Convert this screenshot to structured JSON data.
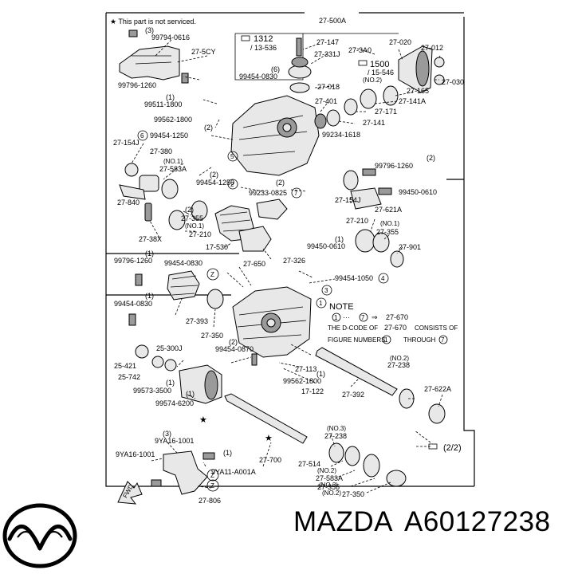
{
  "header_note": "★ This part is not serviced.",
  "note": {
    "title": "NOTE",
    "line1_from": "1",
    "line1_dots": "···",
    "line1_to": "7",
    "line1_arrow": "⇒",
    "line1_part": "27-670",
    "line2_a": "THE D-CODE OF",
    "line2_b": "27-670",
    "line2_c": "CONSISTS OF",
    "line3_a": "FIGURE NUMBERS",
    "line3_b": "1",
    "line3_c": "THROUGH",
    "line3_d": "7"
  },
  "ref_boxes": {
    "r1312_a": "1312",
    "r1312_b": "/ 13-536",
    "r1500_a": "1500",
    "r1500_b": "/ 15-546",
    "r2_2": "(2/2)"
  },
  "labels": {
    "l_3_top": "(3)",
    "l_99794": "99794-0616",
    "l_275cy": "27-5CY",
    "l_99796_top": "99796-1260",
    "l_27500a": "27-500A",
    "l_27147": "27-147",
    "l_273a0": "27-3A0",
    "l_27331j": "27-331J",
    "l_27020": "27-020",
    "l_27012": "27-012",
    "l_27030": "27-030",
    "l_27165": "27-165",
    "l_27141a": "27-141A",
    "l_27171": "27-171",
    "l_27141": "27-141",
    "l_27018": "27-018",
    "l_6": "(6)",
    "l_99454_0830_top": "99454-0830",
    "l_27401": "27-401",
    "l_no2_top": "(NO.2)",
    "l_1_a": "(1)",
    "l_99511": "99511-1800",
    "l_99562_top": "99562-1800",
    "l_2_a": "(2)",
    "l_99454_1250_a": "99454-1250",
    "l_99234": "99234-1618",
    "l_27154j_l": "27-154J",
    "l_27380": "27-380",
    "l_no1_a": "(NO.1)",
    "l_27583a_l": "27-583A",
    "l_2_b": "(2)",
    "l_99454_1250_b": "99454-1250",
    "l_99233": "99233-0825",
    "l_2_c": "(2)",
    "l_99796_r": "99796-1260",
    "l_27840": "27-840",
    "l_27154j_r": "27-154J",
    "l_99450_0610_a": "99450-0610",
    "l_27621a": "27-621A",
    "l_2_d": "(2)",
    "l_27355_l": "27-355",
    "l_no1_b": "(NO.1)",
    "l_27210_l": "27-210",
    "l_27210_r": "27-210",
    "l_no1_c": "(NO.1)",
    "l_27355_r": "27-355",
    "l_2738x": "27-38X",
    "l_17530": "17-530",
    "l_1_b": "(1)",
    "l_99450_0610_b": "99450-0610",
    "l_27901": "27-901",
    "l_1_c": "(1)",
    "l_99796_mid": "99796-1260",
    "l_99454_0830_mid": "99454-0830",
    "l_27650": "27-650",
    "l_27326": "27-326",
    "l_99454_1050": "99454-1050",
    "l_1_d": "(1)",
    "l_99454_0830_low": "99454-0830",
    "l_27393": "27-393",
    "l_27350_m": "27-350",
    "l_2_e": "(2)",
    "l_99454_0870": "99454-0870",
    "l_25300j": "25-300J",
    "l_25421": "25-421",
    "l_25742": "25-742",
    "l_1_e": "(1)",
    "l_99573": "99573-3500",
    "l_1_f": "(1)",
    "l_99574": "99574-6200",
    "l_27113": "27-113",
    "l_1_g": "(1)",
    "l_99562_low": "99562-1800",
    "l_17122": "17-122",
    "l_27392": "27-392",
    "l_no2_b": "(NO.2)",
    "l_27238_r": "27-238",
    "l_27622a": "27-622A",
    "l_3_b": "(3)",
    "l_9ya16_a": "9YA16-1001",
    "l_9ya16_b": "9YA16-1001",
    "l_1_h": "(1)",
    "l_9ya11": "9YA11-A001A",
    "l_no3": "(NO.3)",
    "l_27238_b": "27-238",
    "l_27514": "27-514",
    "l_no2_c": "(NO.2)",
    "l_27583a_b": "27-583A",
    "l_no3_b": "(NO.3)",
    "l_27355_b": "27-355",
    "l_no2_d": "(NO.2)",
    "l_27350_b": "27-350",
    "l_27700": "27-700",
    "l_27806": "27-806",
    "l_fwd": "FWD"
  },
  "circled": {
    "c2": "2",
    "c3": "3",
    "c4": "4",
    "c5": "5",
    "c6": "6",
    "c7": "7",
    "c1": "1",
    "z1": "Z",
    "z2": "Z",
    "z3": "Z"
  },
  "brand": {
    "name": "MAZDA",
    "part_number": "A60127238"
  }
}
